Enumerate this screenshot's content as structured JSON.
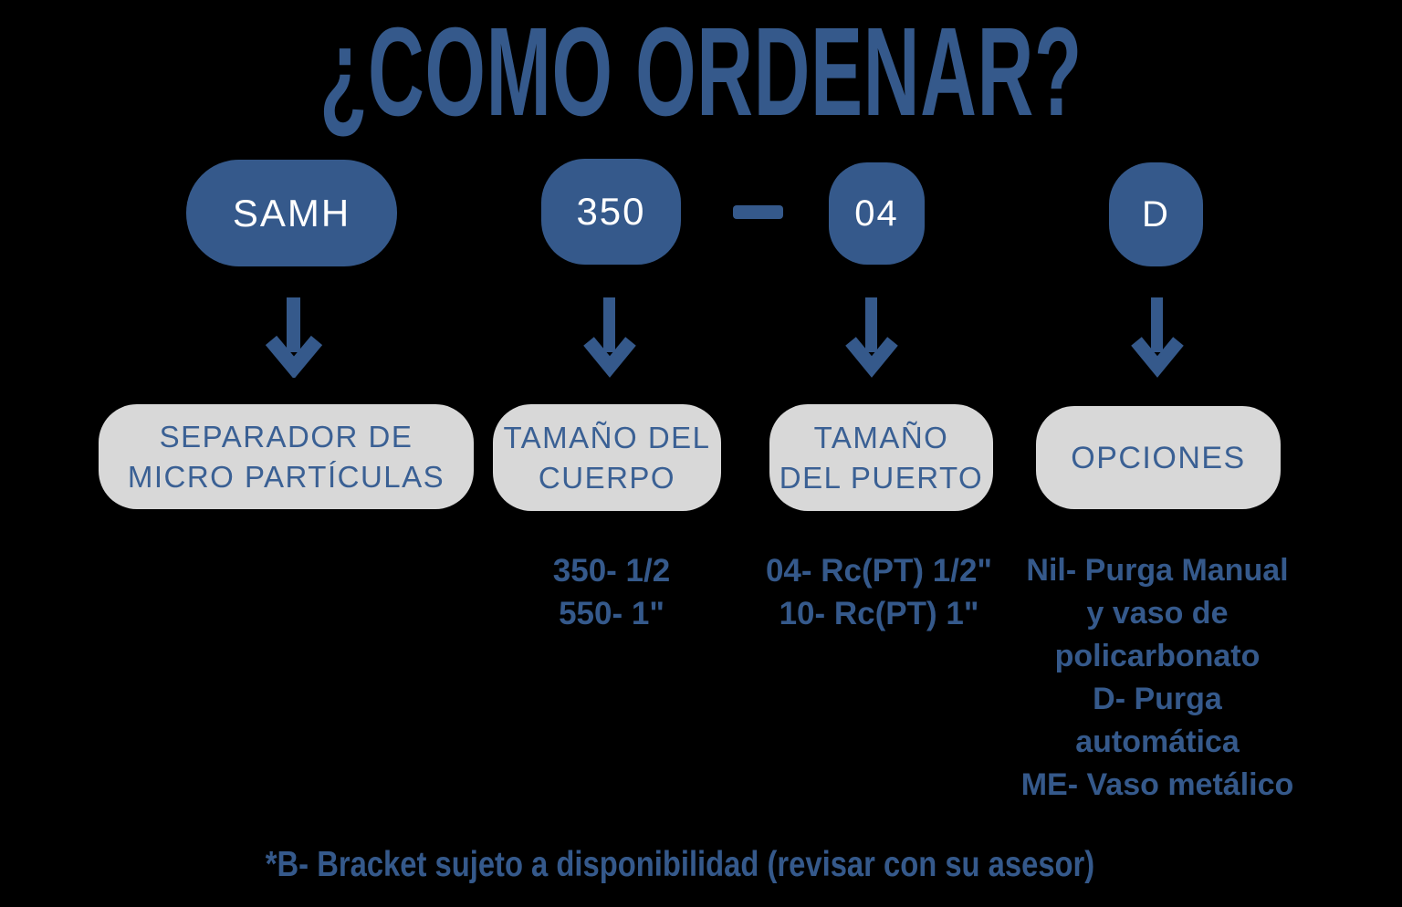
{
  "title": "¿COMO ORDENAR?",
  "code_pills": [
    {
      "label": "SAMH"
    },
    {
      "label": "350"
    },
    {
      "label": "04"
    },
    {
      "label": "D"
    }
  ],
  "separator": "-",
  "category_boxes": [
    {
      "lines": [
        "SEPARADOR DE",
        "MICRO PARTÍCULAS"
      ]
    },
    {
      "lines": [
        "TAMAÑO DEL",
        "CUERPO"
      ]
    },
    {
      "lines": [
        "TAMAÑO",
        "DEL PUERTO"
      ]
    },
    {
      "lines": [
        "OPCIONES"
      ]
    }
  ],
  "option_lists": {
    "cuerpo": [
      "350- 1/2",
      "550- 1\""
    ],
    "puerto": [
      "04- Rc(PT) 1/2\"",
      "10- Rc(PT) 1\""
    ],
    "opciones": [
      "Nil- Purga Manual",
      "y vaso de",
      "policarbonato",
      "D- Purga",
      "automática",
      "ME- Vaso metálico"
    ]
  },
  "footnote": "*B- Bracket sujeto a disponibilidad (revisar con su asesor)",
  "colors": {
    "pill_blue": "#35598B",
    "box_text_blue": "#3A6094",
    "box_gray": "#D8D8D8",
    "pill_text_white": "#FFFFFF",
    "background": "#000000"
  }
}
